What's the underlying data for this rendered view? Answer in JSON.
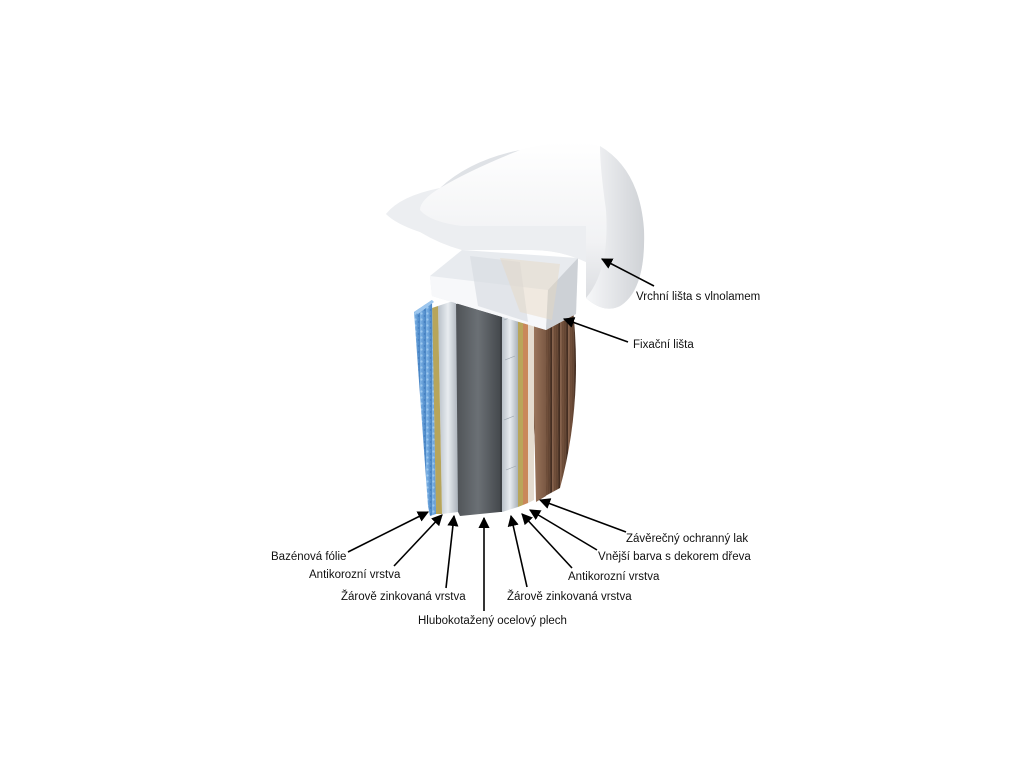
{
  "labels": {
    "top_rail": "Vrchní lišta s vlnolamem",
    "fixing_rail": "Fixační lišta",
    "pool_foil": "Bazénová fólie",
    "anticorrosion_inner": "Antikorozní vrstva",
    "galvanized_inner": "Žárově zinkovaná vrstva",
    "steel_sheet": "Hlubokotažený ocelový plech",
    "galvanized_outer": "Žárově zinkovaná vrstva",
    "anticorrosion_outer": "Antikorozní vrstva",
    "wood_paint": "Vnější barva s dekorem dřeva",
    "protective_lacquer": "Závěrečný ochranný lak"
  },
  "colors": {
    "foil_blue": "#5b9bd8",
    "steel_gray": "#5e6266",
    "wood_brown": "#6b4a36",
    "anticorrosion_yellow": "#b9a65a",
    "galvanized_silver": "#cdd3da",
    "rail_white": "#f4f5f7",
    "arrow_black": "#000000"
  }
}
